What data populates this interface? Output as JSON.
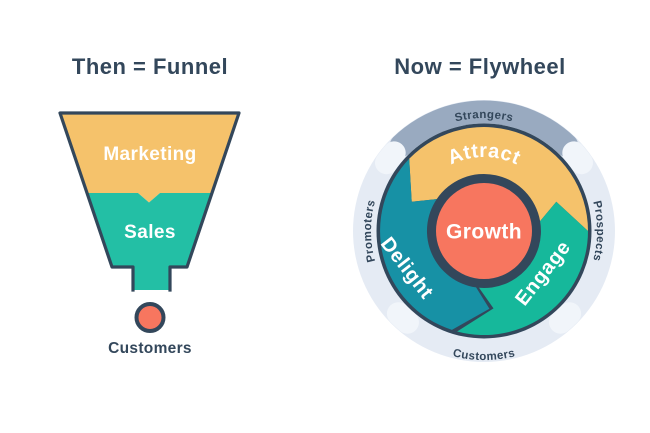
{
  "left_panel": {
    "title": "Then = Funnel",
    "stages": [
      {
        "label": "Marketing",
        "color": "#F5C26B"
      },
      {
        "label": "Sales",
        "color": "#23BFA5"
      }
    ],
    "outlet": {
      "label": "Customers",
      "dot_color": "#F7765F"
    }
  },
  "right_panel": {
    "title": "Now = Flywheel",
    "center": {
      "label": "Growth",
      "color": "#F7765F"
    },
    "blades": [
      {
        "label": "Attract",
        "color": "#F5C26B"
      },
      {
        "label": "Engage",
        "color": "#16B89B"
      },
      {
        "label": "Delight",
        "color": "#1791A5"
      }
    ],
    "ring": {
      "labels": {
        "top": "Strangers",
        "right": "Prospects",
        "bottom": "Customers",
        "left": "Promoters"
      },
      "base_color": "#E5EBF4",
      "top_arc_color": "#99AAC0",
      "tab_color": "#F1F5FA"
    }
  },
  "palette": {
    "ink": "#33475B"
  }
}
